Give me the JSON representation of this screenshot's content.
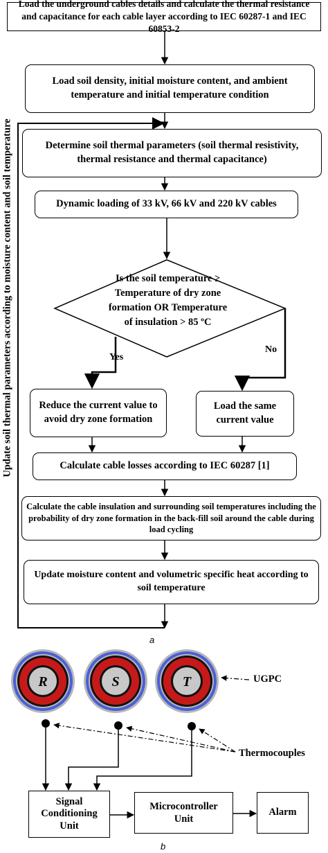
{
  "flowchart": {
    "step1": "Load the underground cables details and calculate the thermal resistance and capacitance for each cable layer according to IEC 60287-1 and   IEC 60853-2",
    "step2": "Load soil density, initial moisture content, and ambient temperature and initial temperature condition",
    "step3": "Determine soil thermal parameters (soil thermal resistivity, thermal resistance and thermal capacitance)",
    "step4": "Dynamic loading of 33 kV, 66 kV and 220 kV cables",
    "decision": "Is the soil temperature ≥ Temperature of dry zone formation OR Temperature of insulation > 85 ºC",
    "yes_label": "Yes",
    "no_label": "No",
    "yes_action": "Reduce the current value to avoid dry zone formation",
    "no_action": "Load the same current value",
    "step5": "Calculate cable losses according to IEC 60287 [1]",
    "step6": "Calculate the cable insulation and surrounding soil temperatures including the probability of dry zone formation in the back-fill soil around the cable during load cycling",
    "step7": "Update moisture content and volumetric specific heat according to soil temperature",
    "loop_label": "Update soil thermal parameters according to moisture content and soil temperature",
    "caption": "a"
  },
  "schematic": {
    "cables": [
      "R",
      "S",
      "T"
    ],
    "ugpc_label": "UGPC",
    "thermocouples_label": "Thermocouples",
    "signal_unit": "Signal Conditioning Unit",
    "micro_unit": "Microcontroller Unit",
    "alarm": "Alarm",
    "caption": "b",
    "colors": {
      "outer_sheath": "#4a5fd8",
      "insulation": "#c61a1a",
      "screen": "#111111",
      "conductor": "#c8c8c8"
    }
  }
}
